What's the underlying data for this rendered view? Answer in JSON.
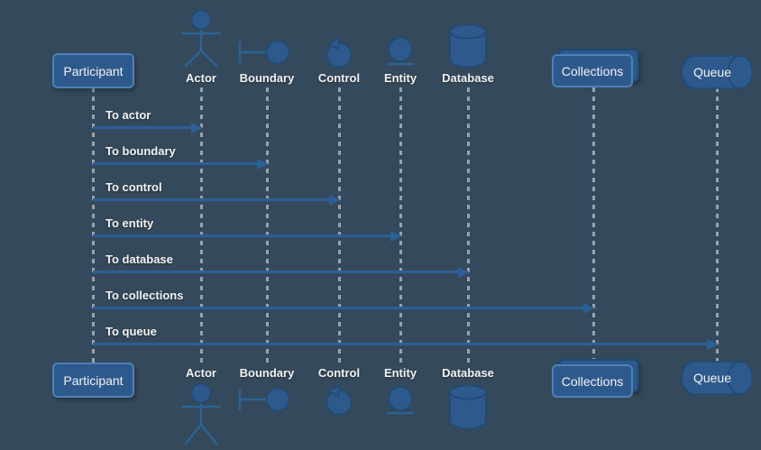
{
  "diagram": {
    "type": "uml-sequence",
    "theme": "dark"
  },
  "participants": [
    {
      "name": "participant",
      "shape": "rectangle",
      "label": "Participant"
    },
    {
      "name": "actor",
      "shape": "stick-figure",
      "label": "Actor"
    },
    {
      "name": "boundary",
      "shape": "boundary-symbol",
      "label": "Boundary"
    },
    {
      "name": "control",
      "shape": "control-symbol",
      "label": "Control"
    },
    {
      "name": "entity",
      "shape": "entity-symbol",
      "label": "Entity"
    },
    {
      "name": "database",
      "shape": "cylinder",
      "label": "Database"
    },
    {
      "name": "collections",
      "shape": "stacked-rectangle",
      "label": "Collections"
    },
    {
      "name": "queue",
      "shape": "horizontal-cylinder",
      "label": "Queue"
    }
  ],
  "messages": [
    {
      "from": "Participant",
      "to": "Actor",
      "label": "To actor"
    },
    {
      "from": "Participant",
      "to": "Boundary",
      "label": "To boundary"
    },
    {
      "from": "Participant",
      "to": "Control",
      "label": "To control"
    },
    {
      "from": "Participant",
      "to": "Entity",
      "label": "To entity"
    },
    {
      "from": "Participant",
      "to": "Database",
      "label": "To database"
    },
    {
      "from": "Participant",
      "to": "Collections",
      "label": "To collections"
    },
    {
      "from": "Participant",
      "to": "Queue",
      "label": "To queue"
    }
  ],
  "colors": {
    "background": "#35495c",
    "shape_fill": "#2e598c",
    "shape_border": "#4d82b8",
    "icon_stroke": "#1f4a73",
    "line_blue": "#2c6295",
    "arrow": "#2b5f97",
    "lifeline_dash": "#9aa2a8",
    "text": "#f2f2f2"
  }
}
